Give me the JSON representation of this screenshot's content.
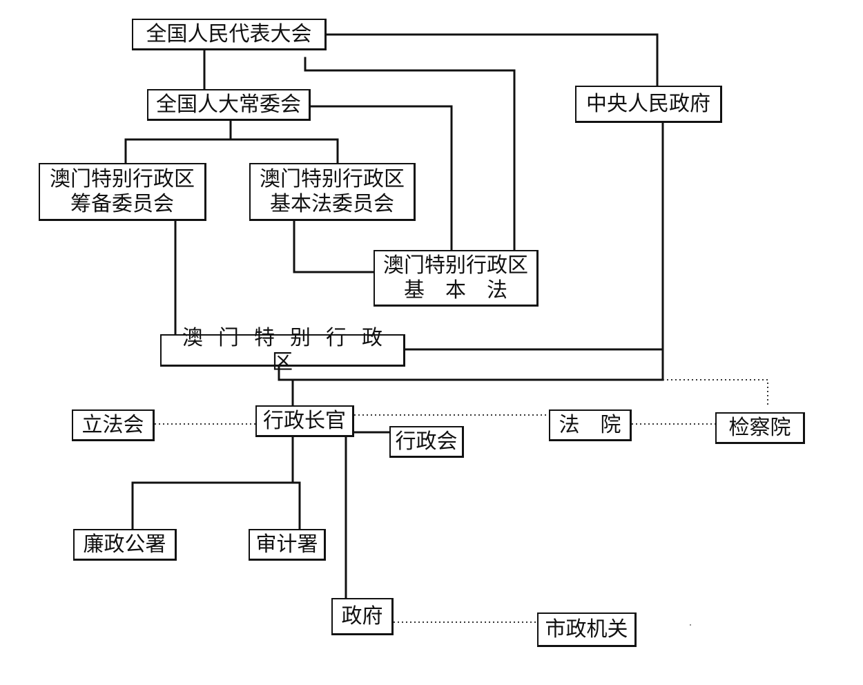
{
  "nodes": {
    "npc": "全国人民代表大会",
    "npcsc": "全国人大常委会",
    "central_gov": "中央人民政府",
    "prep_committee": [
      "澳门特别行政区",
      "筹备委员会"
    ],
    "basic_law_committee": [
      "澳门特别行政区",
      "基本法委员会"
    ],
    "basic_law": [
      "澳门特别行政区",
      "基　本　法"
    ],
    "sar": "澳门特别行政区",
    "legislative_council": "立法会",
    "chief_executive": "行政长官",
    "executive_council": "行政会",
    "courts": "法　院",
    "procuratorate": "检察院",
    "icac": "廉政公署",
    "audit": "审计署",
    "government": "政府",
    "municipal": "市政机关"
  }
}
